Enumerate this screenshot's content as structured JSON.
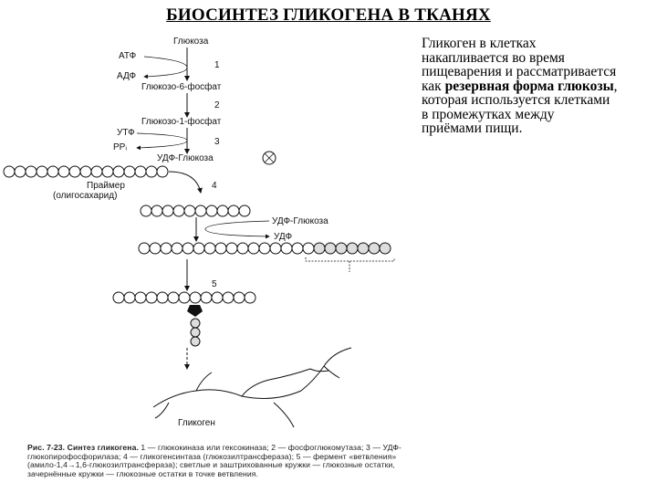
{
  "title": "БИОСИНТЕЗ ГЛИКОГЕНА В ТКАНЯХ",
  "text": {
    "part1": "Гликоген в клетках накапливается во время пищеварения и рассматривается как ",
    "bold": "резервная форма глюкозы",
    "part2": ", которая используется клетками в промежутках между приёмами пищи."
  },
  "diagram": {
    "glucose": "Глюкоза",
    "atp": "АТФ",
    "adp": "АДФ",
    "g6p": "Глюкозо-6-фосфат",
    "g1p": "Глюкозо-1-фосфат",
    "utp": "УТФ",
    "ppi": "PPᵢ",
    "udpg": "УДФ-Глюкоза",
    "primer": "Праймер",
    "oligo": "(олигосахарид)",
    "udpg2": "УДФ-Глюкоза",
    "udp": "УДФ",
    "glycogen": "Гликоген",
    "steps": [
      "1",
      "2",
      "3",
      "4",
      "5"
    ]
  },
  "caption": {
    "bold": "Рис. 7-23. Синтез гликогена.",
    "text": " 1 — глюкокиназа или гексокиназа; 2 — фосфоглюкомутаза; 3 — УДФ-глюкопирофосфорилаза; 4 — гликогенсинтаза (глюкозилтрансфераза); 5 — фермент «ветвления» (амило-1,4→1,6-глюкозилтрансфераза); светлые и заштрихованные кружки — глюкозные остатки, зачернённые кружки — глюкозные остатки в точке ветвления."
  }
}
